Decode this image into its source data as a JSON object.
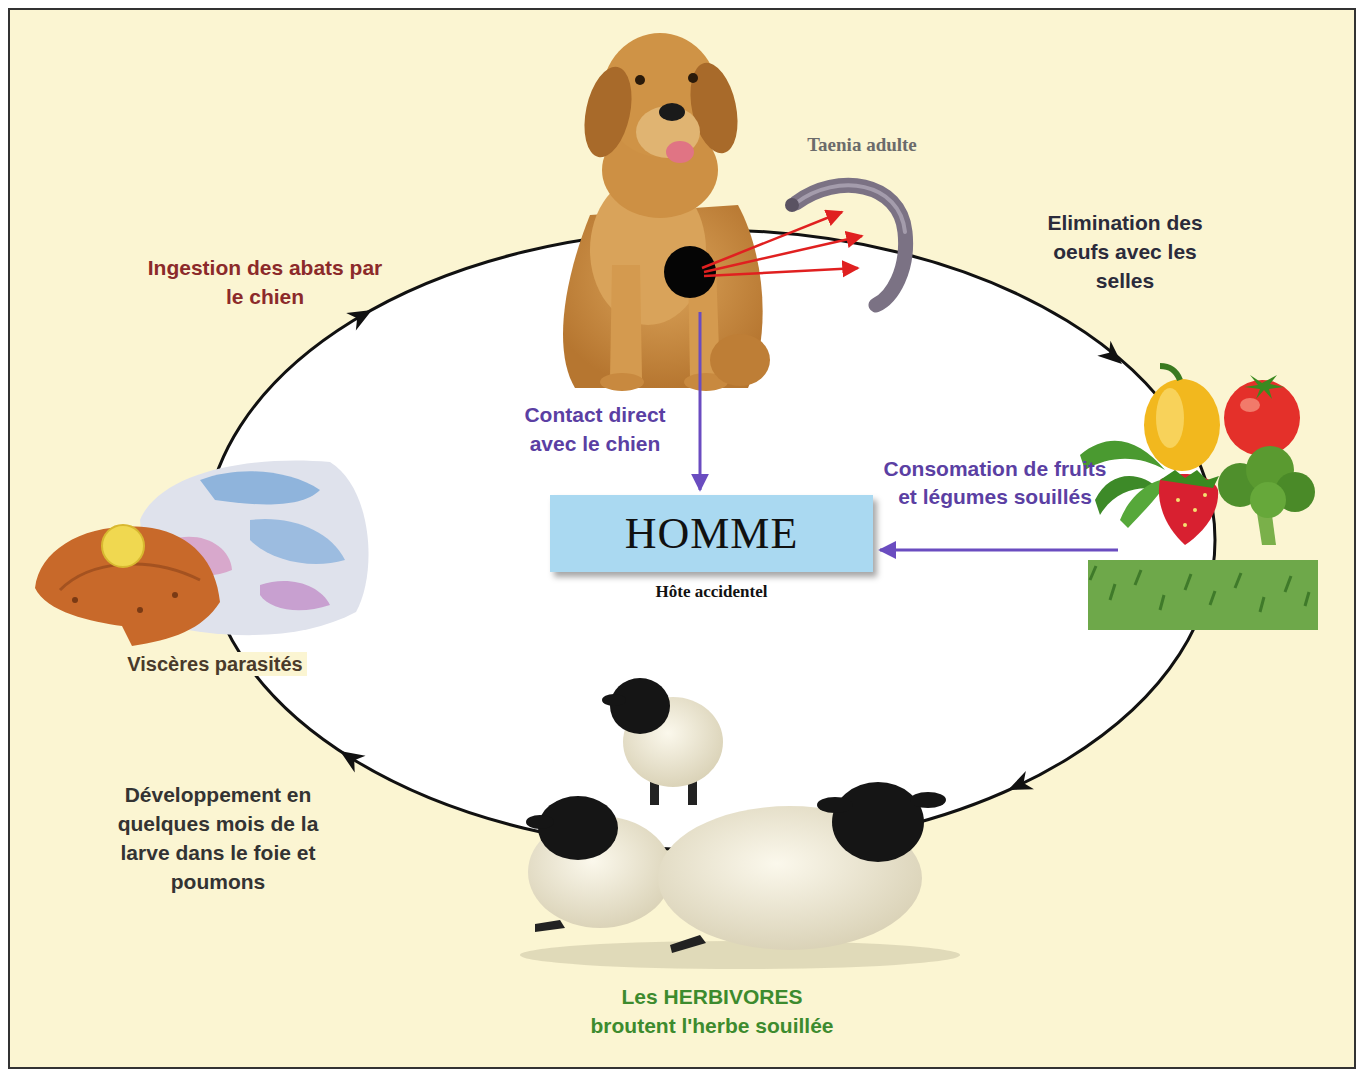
{
  "diagram": {
    "nodes": [
      {
        "text": [
          "HOMME",
          "Hôte accidentel"
        ]
      }
    ],
    "labels": [
      "Taenia adulte",
      "Ingestion des abats par le chien",
      "Elimination des oeufs avec les selles",
      "Contact direct avec le chien",
      "Consomation de fruits et légumes souillés",
      "Viscères parasités",
      "Développement en quelques mois de la larve dans le foie et poumons",
      "Les HERBIVORES broutent l'herbe souillée"
    ]
  }
}
